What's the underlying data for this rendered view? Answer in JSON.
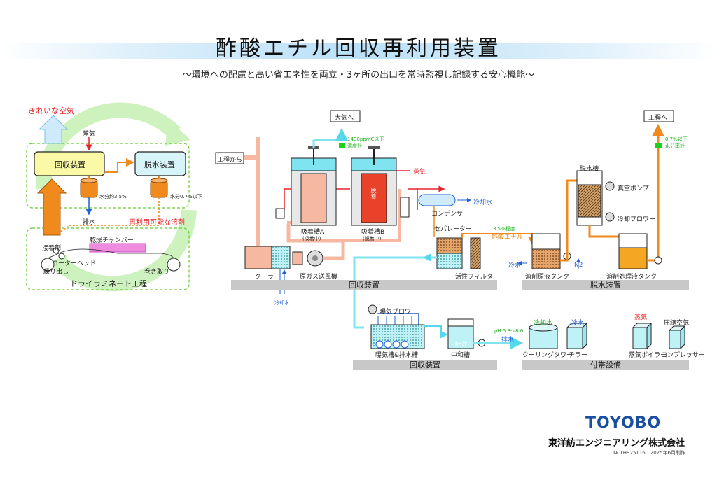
{
  "header": {
    "title": "酢酸エチル回収再利用装置",
    "subtitle": "〜環境への配慮と高い省エネ性を両立・3ヶ所の出口を常時監視し記録する安心機能〜"
  },
  "left_diagram": {
    "clean_air": "きれいな空気",
    "steam": "蒸気",
    "recovery_unit": "回収装置",
    "dehydration_unit": "脱水装置",
    "moisture_left": "水分約3.5%",
    "moisture_right": "水分0.7%以下",
    "drain": "排水",
    "reusable_solvent": "再利用可能な溶剤",
    "dry_chamber": "乾燥チャンバー",
    "adhesive": "接着剤",
    "coater_head": "コーターヘッド",
    "unwind": "繰り出し",
    "rewind": "巻き取り",
    "dry_laminate": "ドライラミネート工程"
  },
  "main_diagram": {
    "from_process": "工程から",
    "to_atmosphere": "大気へ",
    "ppm_limit": "1400ppmC以下",
    "concentration_meter": "濃度計",
    "steam_b": "蒸気",
    "adsorber_a": "吸着槽A",
    "adsorber_a_state": "(吸着中)",
    "adsorber_b": "吸着槽B",
    "adsorber_b_state": "(脱着中)",
    "desorb_tag": "脱着",
    "cooler": "クーラー",
    "blower": "原ガス送風機",
    "cooling_water_1": "冷却水",
    "condenser": "コンデンサー",
    "cooling_water_2": "冷却水",
    "separator": "セパレーター",
    "ethyl_acetate_pct": "3.5%程度",
    "ethyl_acetate": "酢酸エチル",
    "activated_filter": "活性フィルター",
    "cooling_water_3": "冷水",
    "raw_solvent_tank": "溶剤原液タンク",
    "n2": "N2",
    "to_process": "工程へ",
    "moisture_limit": "0.7%以下",
    "moisture_meter": "水分率計",
    "dehydration_tank": "脱水槽",
    "vacuum_pump": "真空ポンプ",
    "cooling_blower": "冷却ブロワー",
    "treated_tank": "溶剤処理液タンク",
    "aeration_blower": "曝気ブロワー",
    "aeration_tank": "曝気槽&排水槽",
    "neutral_tank": "中和槽",
    "ph_meter": "pH計",
    "ph_range": "pH 5.8〜8.6",
    "drain": "排水",
    "cooling_water_4": "冷却水",
    "cooling_tower": "クーリングタワー",
    "chilled_water": "冷水",
    "chiller": "チラー",
    "steam_boiler_tag": "蒸気",
    "steam_boiler": "蒸気ボイラー",
    "compressed_air": "圧縮空気",
    "compressor": "コンプレッサー"
  },
  "sections": {
    "recovery_top": "回収装置",
    "dehydration": "脱水装置",
    "recovery_bottom": "回収装置",
    "utilities": "付帯設備"
  },
  "footer": {
    "brand": "TOYOBO",
    "company": "東洋紡エンジニアリング株式会社",
    "doc_no": "№ THS25116　2025年6月制作"
  },
  "colors": {
    "orange": "#f08a1c",
    "cyan": "#7fe3f0",
    "green": "#19d219",
    "red": "#e8232a",
    "salmon": "#f6b8a0",
    "blue": "#1f5fd6"
  }
}
